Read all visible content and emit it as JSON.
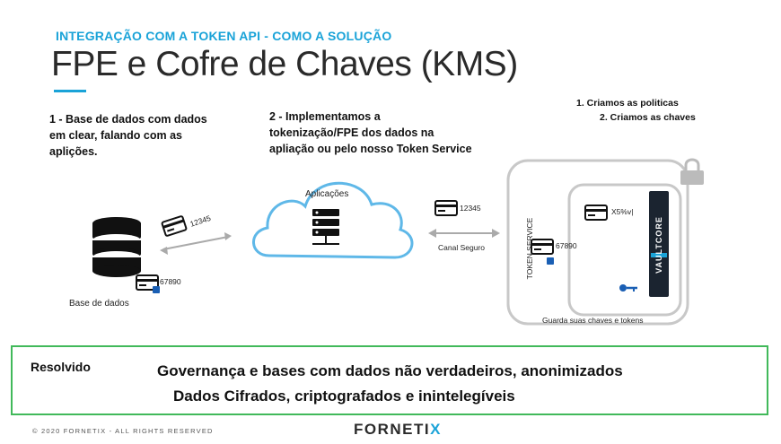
{
  "header": {
    "subtitle": "INTEGRAÇÃO COM A TOKEN API - COMO A SOLUÇÃO",
    "title": "FPE e Cofre de Chaves (KMS)"
  },
  "notes": {
    "step1_line1": "1 - Base de dados com dados",
    "step1_line2": "em clear, falando com as",
    "step1_line3": "aplições.",
    "step2_line1": "2 - Implementamos a",
    "step2_line2": "tokenização/FPE dos dados na",
    "step2_line3": "apliação ou pelo nosso Token Service",
    "policies_line1": "1. Criamos as politicas",
    "policies_line2": "2. Criamos as chaves"
  },
  "diagram": {
    "database_label": "Base de dados",
    "database_card_value": "67890",
    "transit_card_value": "12345",
    "cloud_label": "Aplicações",
    "cloud_card_value": "12345",
    "channel_label": "Canal Seguro",
    "token_service_label": "TOKEN SERVICE",
    "token_service_card_value": "67890",
    "vault_card_value": "X5%v|",
    "vault_brand": "VAULTCORE",
    "vault_caption": "Guarda suas chaves e tokens"
  },
  "resolved": {
    "label": "Resolvido",
    "line1": "Governança e bases com dados não verdadeiros, anonimizados",
    "line2": "Dados Cifrados, criptografados e inintelegíveis"
  },
  "footer": {
    "copyright": "© 2020 FORNETIX - ALL RIGHTS RESERVED",
    "brand_main": "FORNETI",
    "brand_x": "X"
  },
  "colors": {
    "accent_blue": "#1aa3d8",
    "resolved_green": "#41b95a",
    "dark": "#2a2a2a"
  }
}
